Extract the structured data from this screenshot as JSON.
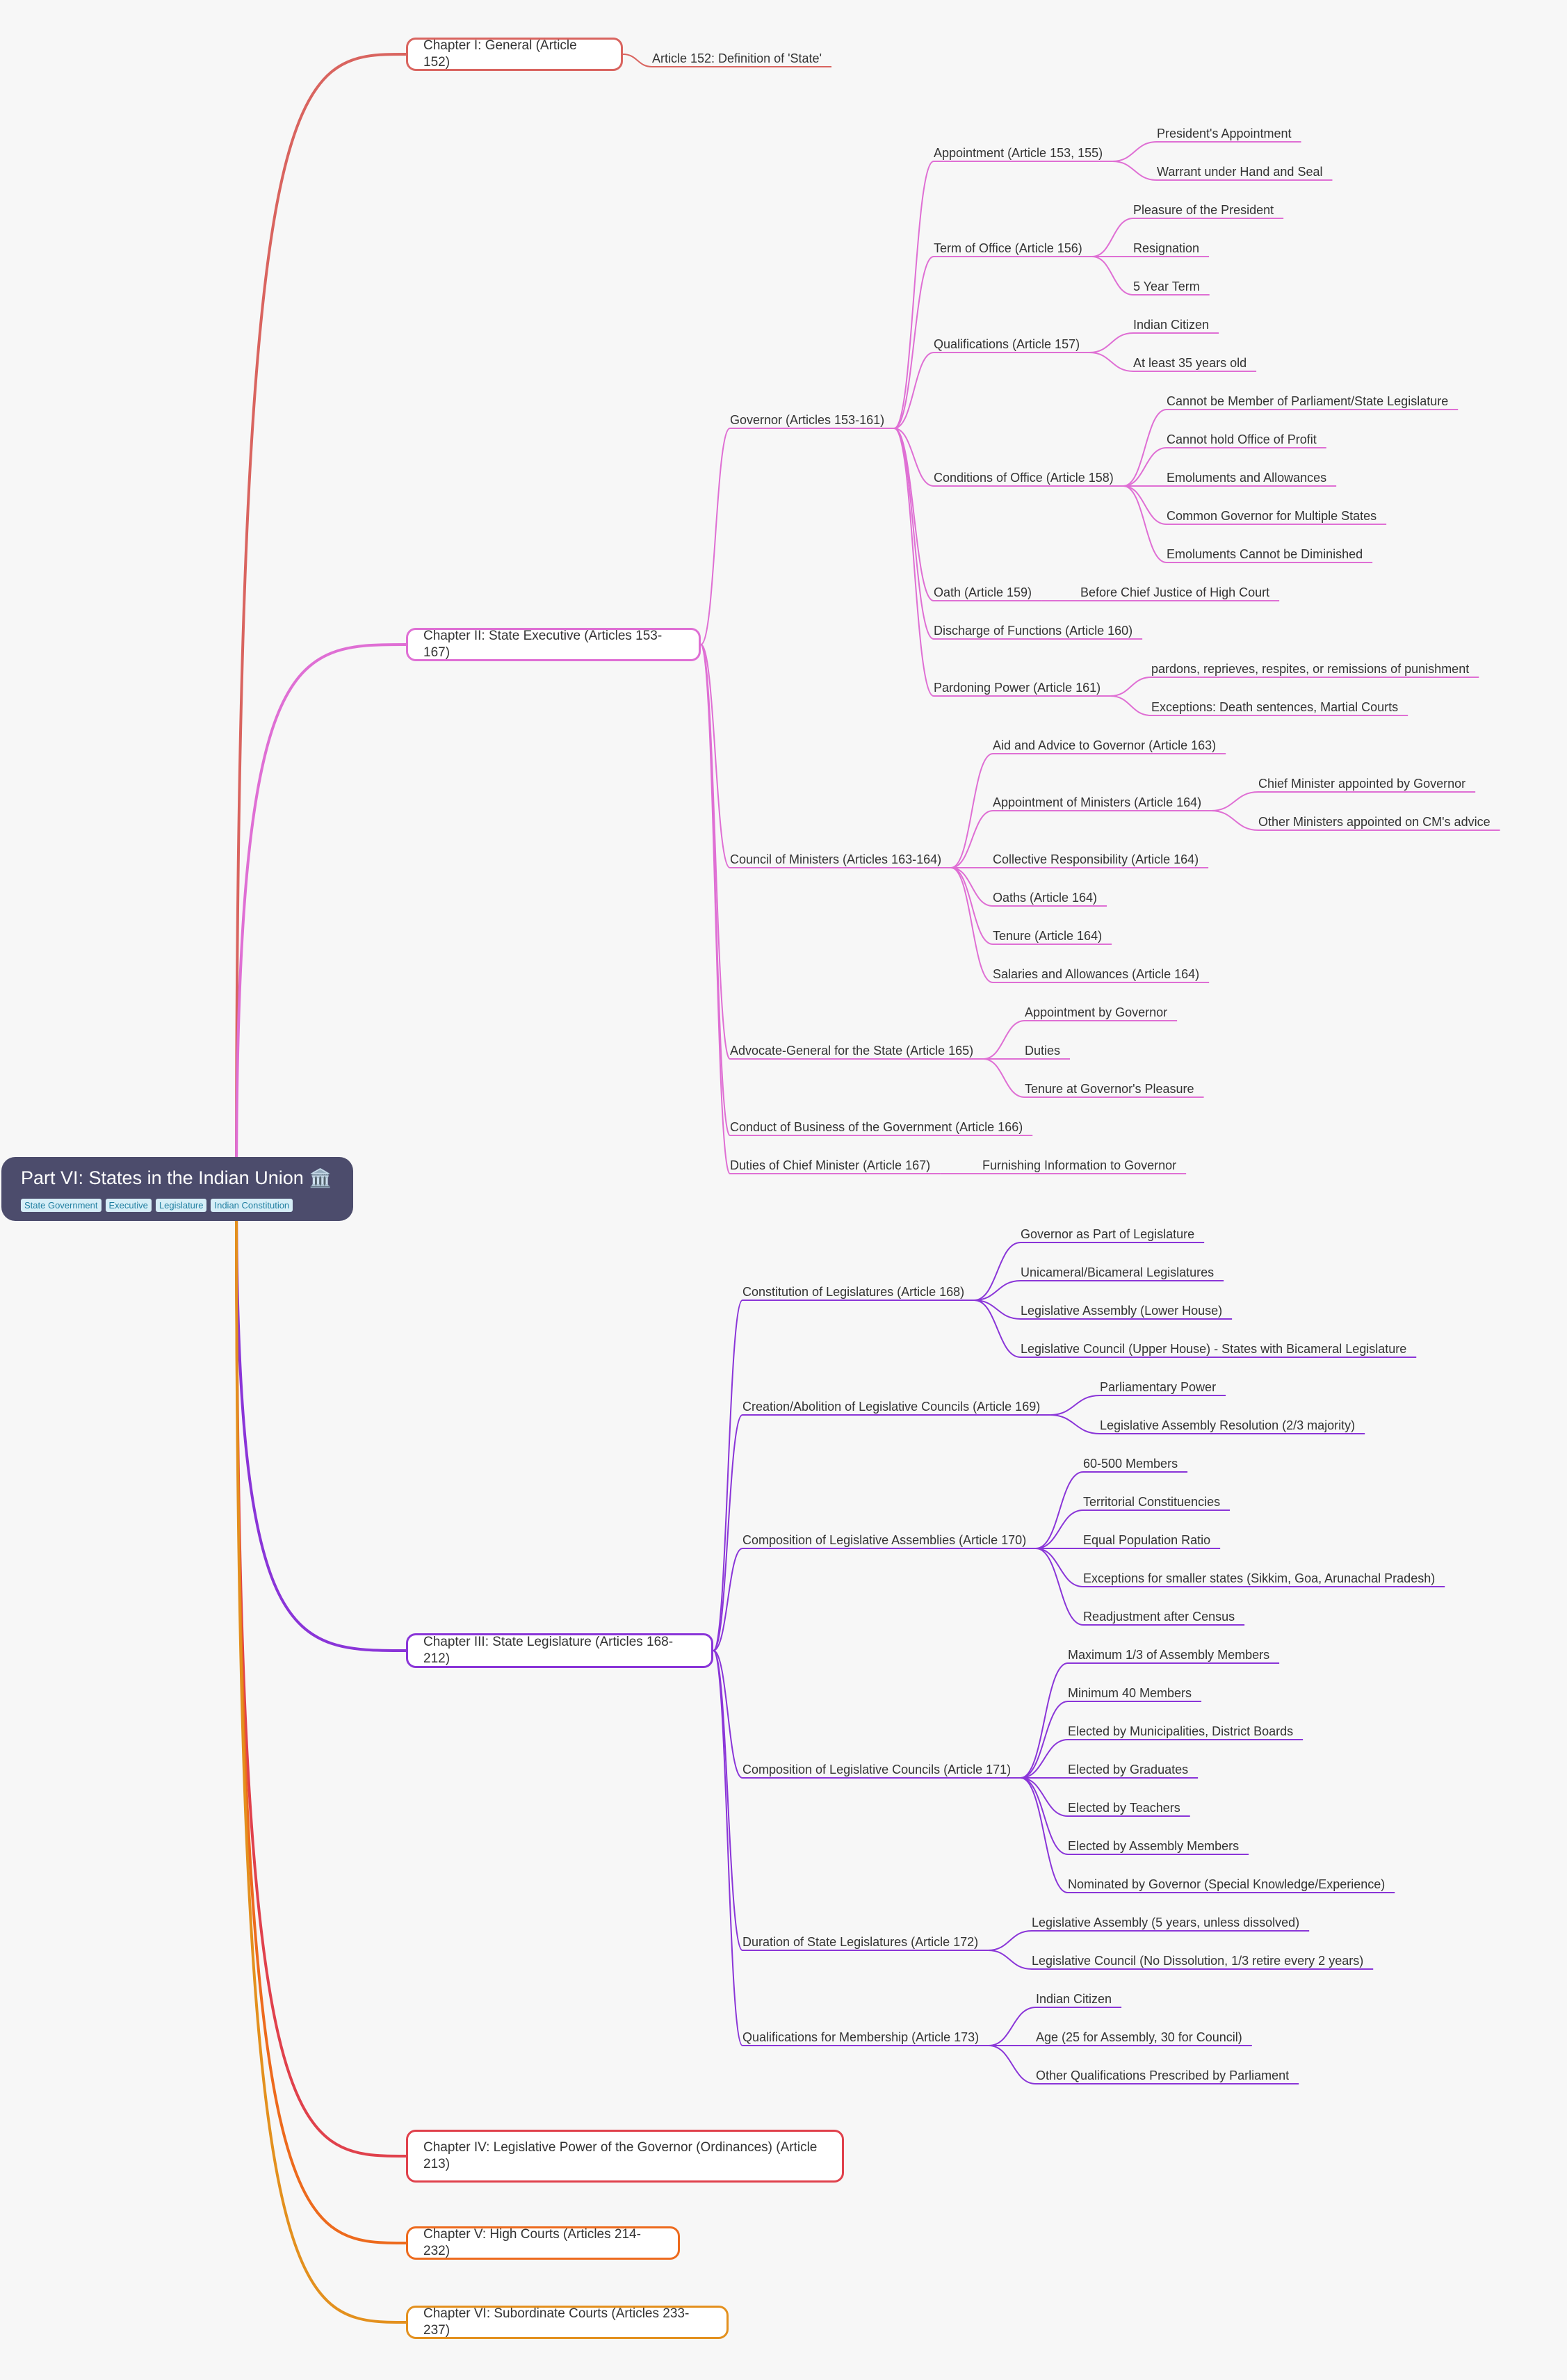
{
  "root": {
    "title": "Part VI: States in the Indian Union",
    "icon": "classical-building-icon",
    "tags": [
      "State Government",
      "Executive",
      "Legislature",
      "Indian Constitution"
    ]
  },
  "colors": {
    "background": "#f7f7f7",
    "root": "#4c4c6c",
    "chapter1": "#d9645f",
    "chapter2": "#df6fd4",
    "chapter3": "#8a35d8",
    "chapter4": "#e0414c",
    "chapter5": "#ed6a1d",
    "chapter6": "#e3901e"
  },
  "chapters": [
    {
      "label": "Chapter I: General (Article 152)",
      "children": [
        {
          "label": "Article 152: Definition of 'State'"
        }
      ]
    },
    {
      "label": "Chapter II: State Executive (Articles 153-167)",
      "children": [
        {
          "label": "Governor (Articles 153-161)",
          "children": [
            {
              "label": "Appointment (Article 153, 155)",
              "children": [
                {
                  "label": "President's Appointment"
                },
                {
                  "label": "Warrant under Hand and Seal"
                }
              ]
            },
            {
              "label": "Term of Office (Article 156)",
              "children": [
                {
                  "label": "Pleasure of the President"
                },
                {
                  "label": "Resignation"
                },
                {
                  "label": "5 Year Term"
                }
              ]
            },
            {
              "label": "Qualifications (Article 157)",
              "children": [
                {
                  "label": "Indian Citizen"
                },
                {
                  "label": "At least 35 years old"
                }
              ]
            },
            {
              "label": "Conditions of Office (Article 158)",
              "children": [
                {
                  "label": "Cannot be Member of Parliament/State Legislature"
                },
                {
                  "label": "Cannot hold Office of Profit"
                },
                {
                  "label": "Emoluments and Allowances"
                },
                {
                  "label": "Common Governor for Multiple States"
                },
                {
                  "label": "Emoluments Cannot be Diminished"
                }
              ]
            },
            {
              "label": "Oath (Article 159)",
              "children": [
                {
                  "label": "Before Chief Justice of High Court"
                }
              ]
            },
            {
              "label": "Discharge of Functions (Article 160)"
            },
            {
              "label": "Pardoning Power (Article 161)",
              "children": [
                {
                  "label": "pardons, reprieves, respites, or remissions of punishment"
                },
                {
                  "label": "Exceptions: Death sentences, Martial Courts"
                }
              ]
            }
          ]
        },
        {
          "label": "Council of Ministers (Articles 163-164)",
          "children": [
            {
              "label": "Aid and Advice to Governor (Article 163)"
            },
            {
              "label": "Appointment of Ministers (Article 164)",
              "children": [
                {
                  "label": "Chief Minister appointed by Governor"
                },
                {
                  "label": "Other Ministers appointed on CM's advice"
                }
              ]
            },
            {
              "label": "Collective Responsibility (Article 164)"
            },
            {
              "label": "Oaths (Article 164)"
            },
            {
              "label": "Tenure (Article 164)"
            },
            {
              "label": "Salaries and Allowances (Article 164)"
            }
          ]
        },
        {
          "label": "Advocate-General for the State (Article 165)",
          "children": [
            {
              "label": "Appointment by Governor"
            },
            {
              "label": "Duties"
            },
            {
              "label": "Tenure at Governor's Pleasure"
            }
          ]
        },
        {
          "label": "Conduct of Business of the Government (Article 166)"
        },
        {
          "label": "Duties of Chief Minister (Article 167)",
          "children": [
            {
              "label": "Furnishing Information to Governor"
            }
          ]
        }
      ]
    },
    {
      "label": "Chapter III: State Legislature (Articles 168-212)",
      "children": [
        {
          "label": "Constitution of Legislatures (Article 168)",
          "children": [
            {
              "label": "Governor as Part of Legislature"
            },
            {
              "label": "Unicameral/Bicameral Legislatures"
            },
            {
              "label": "Legislative Assembly (Lower House)"
            },
            {
              "label": "Legislative Council (Upper House) - States with Bicameral Legislature"
            }
          ]
        },
        {
          "label": "Creation/Abolition of Legislative Councils (Article 169)",
          "children": [
            {
              "label": "Parliamentary Power"
            },
            {
              "label": "Legislative Assembly Resolution (2/3 majority)"
            }
          ]
        },
        {
          "label": "Composition of Legislative Assemblies (Article 170)",
          "children": [
            {
              "label": "60-500 Members"
            },
            {
              "label": "Territorial Constituencies"
            },
            {
              "label": "Equal Population Ratio"
            },
            {
              "label": "Exceptions for smaller states (Sikkim, Goa, Arunachal Pradesh)"
            },
            {
              "label": "Readjustment after Census"
            }
          ]
        },
        {
          "label": "Composition of Legislative Councils (Article 171)",
          "children": [
            {
              "label": "Maximum 1/3 of Assembly Members"
            },
            {
              "label": "Minimum 40 Members"
            },
            {
              "label": "Elected by Municipalities, District Boards"
            },
            {
              "label": "Elected by Graduates"
            },
            {
              "label": "Elected by Teachers"
            },
            {
              "label": "Elected by Assembly Members"
            },
            {
              "label": "Nominated by Governor (Special Knowledge/Experience)"
            }
          ]
        },
        {
          "label": "Duration of State Legislatures (Article 172)",
          "children": [
            {
              "label": "Legislative Assembly (5 years, unless dissolved)"
            },
            {
              "label": "Legislative Council (No Dissolution, 1/3 retire every 2 years)"
            }
          ]
        },
        {
          "label": "Qualifications for Membership (Article 173)",
          "children": [
            {
              "label": "Indian Citizen"
            },
            {
              "label": "Age (25 for Assembly, 30 for Council)"
            },
            {
              "label": "Other Qualifications Prescribed by Parliament"
            }
          ]
        }
      ]
    },
    {
      "label": "Chapter IV: Legislative Power of the Governor (Ordinances) (Article 213)"
    },
    {
      "label": "Chapter V: High Courts (Articles 214-232)"
    },
    {
      "label": "Chapter VI: Subordinate Courts (Articles 233-237)"
    }
  ]
}
